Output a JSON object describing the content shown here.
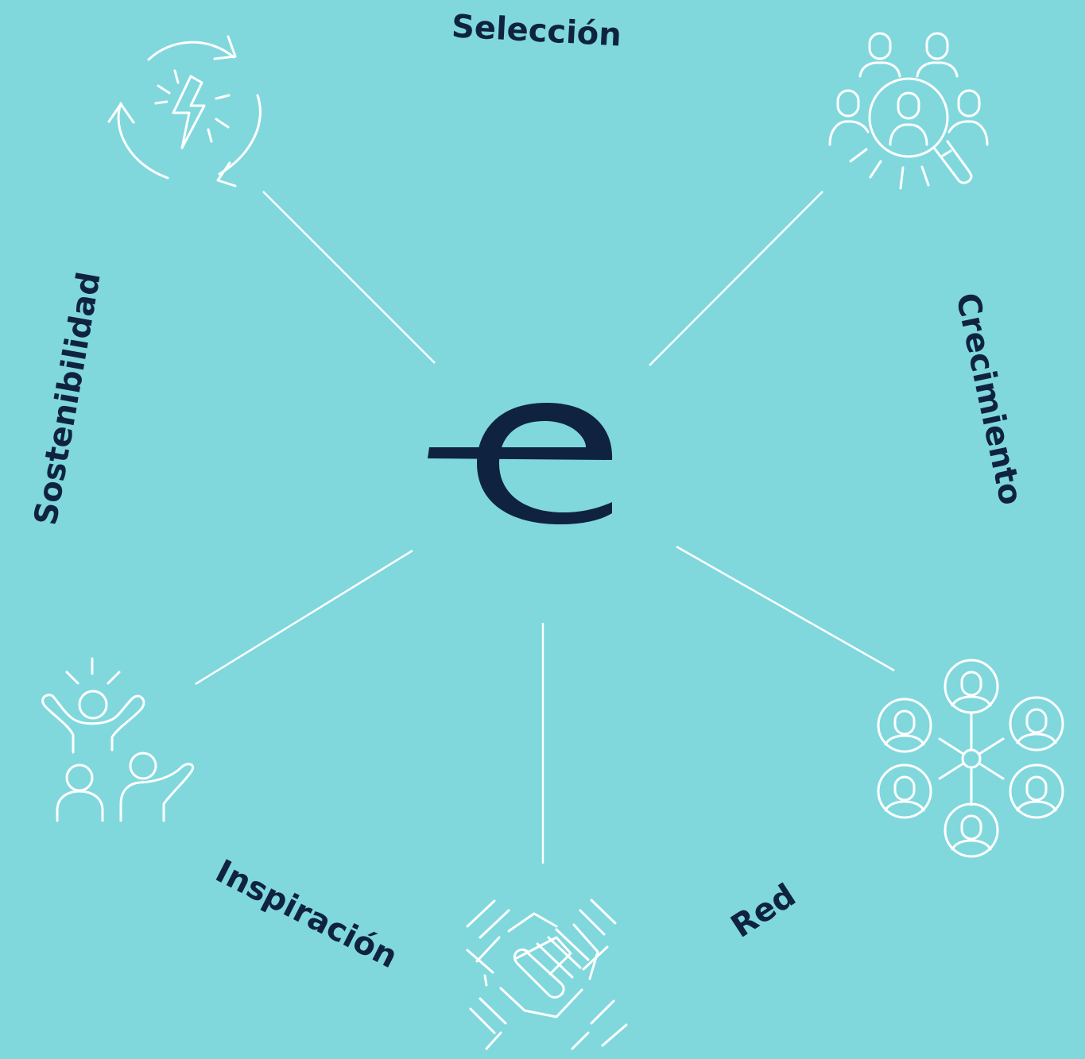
{
  "background_color": "#80D8DD",
  "text_color": "#0F2340",
  "line_color": "#FFFFFF",
  "center": {
    "logo_icon": "e-logo-icon"
  },
  "labels": {
    "seleccion": "Selección",
    "crecimiento": "Crecimiento",
    "red": "Red",
    "inspiracion": "Inspiración",
    "sostenibilidad": "Sostenibilidad"
  },
  "icons": {
    "sustainability": "recycle-lightning-icon",
    "selection": "people-search-icon",
    "network": "people-network-icon",
    "teamwork": "stacked-hands-icon",
    "inspiration": "cheering-people-icon"
  }
}
